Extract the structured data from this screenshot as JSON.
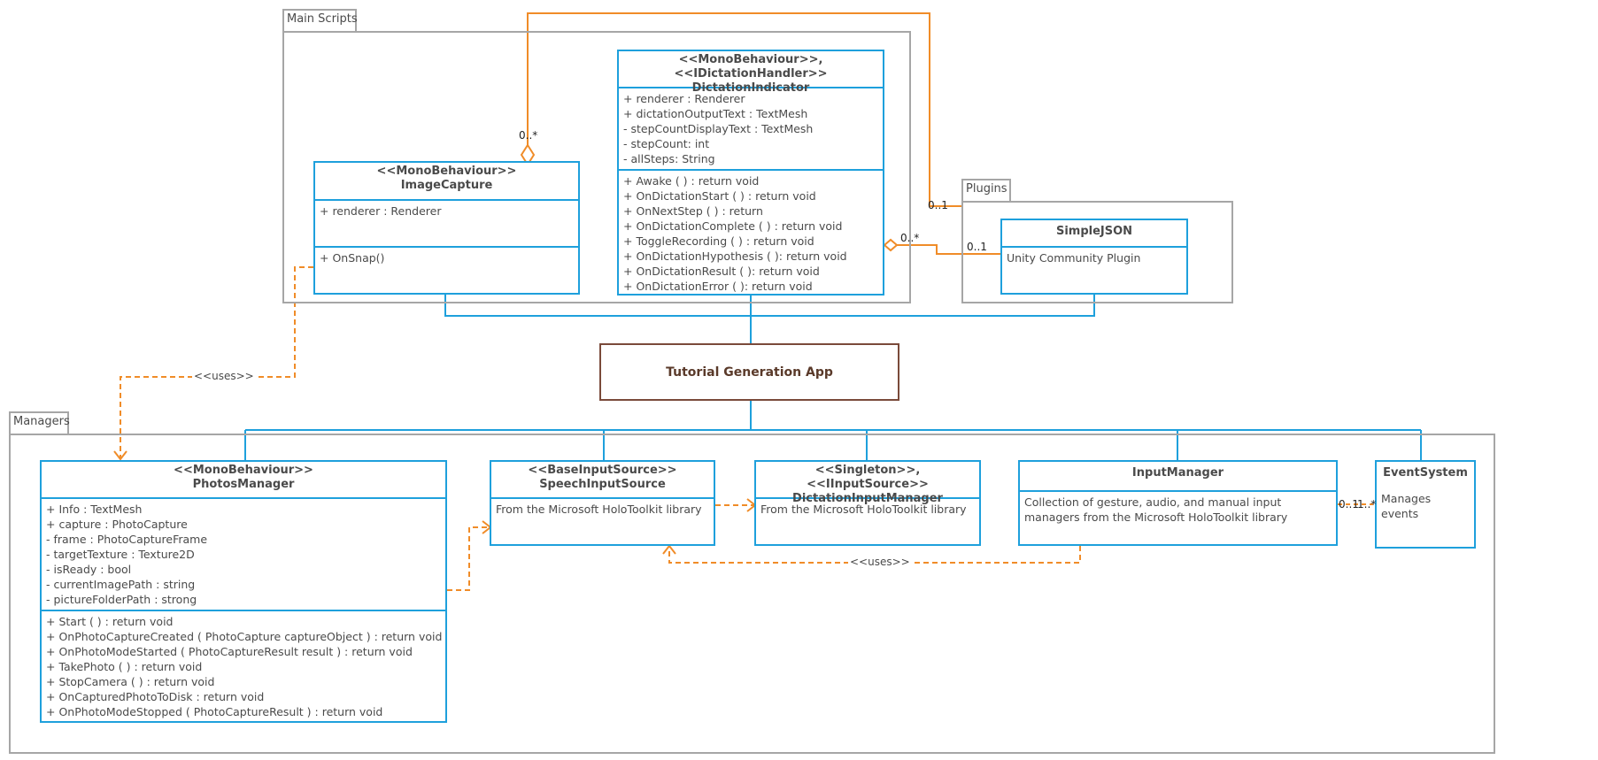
{
  "packages": {
    "main_scripts": "Main Scripts",
    "plugins": "Plugins",
    "managers": "Managers"
  },
  "app": {
    "label": "Tutorial Generation App"
  },
  "classes": {
    "image_capture": {
      "stereotype": "<<MonoBehaviour>>",
      "name": "ImageCapture",
      "attributes": [
        "+ renderer : Renderer"
      ],
      "methods": [
        "+ OnSnap()"
      ]
    },
    "dictation_indicator": {
      "stereotype": "<<MonoBehaviour>>, <<IDictationHandler>>",
      "name": "DictationIndicator",
      "attributes": [
        "+ renderer : Renderer",
        "+ dictationOutputText : TextMesh",
        "- stepCountDisplayText : TextMesh",
        "- stepCount: int",
        "- allSteps: String"
      ],
      "methods": [
        "+ Awake ( ) : return void",
        "+ OnDictationStart ( ) : return void",
        "+ OnNextStep ( ) : return",
        "+ OnDictationComplete ( ) : return void",
        "+ ToggleRecording ( ) : return void",
        "+ OnDictationHypothesis ( ): return void",
        "+ OnDictationResult ( ): return void",
        "+ OnDictationError ( ): return void"
      ]
    },
    "simple_json": {
      "name": "SimpleJSON",
      "description": "Unity Community Plugin"
    },
    "photos_manager": {
      "stereotype": "<<MonoBehaviour>>",
      "name": "PhotosManager",
      "attributes": [
        "+ Info : TextMesh",
        "+ capture : PhotoCapture",
        "- frame : PhotoCaptureFrame",
        "- targetTexture : Texture2D",
        "- isReady : bool",
        "- currentImagePath : string",
        "- pictureFolderPath : strong"
      ],
      "methods": [
        "+ Start ( ) : return void",
        "+ OnPhotoCaptureCreated ( PhotoCapture captureObject ) : return void",
        "+ OnPhotoModeStarted ( PhotoCaptureResult result ) : return void",
        "+ TakePhoto ( ) : return void",
        "+ StopCamera ( ) : return void",
        "+ OnCapturedPhotoToDisk : return void",
        "+ OnPhotoModeStopped ( PhotoCaptureResult ) : return void"
      ]
    },
    "speech_input_source": {
      "stereotype": "<<BaseInputSource>>",
      "name": "SpeechInputSource",
      "description": "From the Microsoft HoloToolkit library"
    },
    "dictation_input_manager": {
      "stereotype": "<<Singleton>>, <<IInputSource>>",
      "name": "DictationInputManager",
      "description": "From the Microsoft HoloToolkit library"
    },
    "input_manager": {
      "name": "InputManager",
      "description": "Collection of gesture, audio, and manual input managers from the Microsoft HoloToolkit library"
    },
    "event_system": {
      "name": "EventSystem",
      "description": "Manages events"
    }
  },
  "relations": {
    "uses_label": "<<uses>>",
    "image_capture_multiplicity": "0..*",
    "plugins_top_multiplicity": "0..1",
    "dictation_multiplicity": "0..*",
    "simplejson_multiplicity": "0..1",
    "input_manager_multiplicity": "0..1",
    "event_system_multiplicity": "1..*"
  },
  "colors": {
    "class_border": "#1ea0dc",
    "connector_blue": "#1ea0dc",
    "dependency_orange": "#f08c28",
    "package_border": "#a6a6a6",
    "app_border": "#7a4a3a"
  }
}
